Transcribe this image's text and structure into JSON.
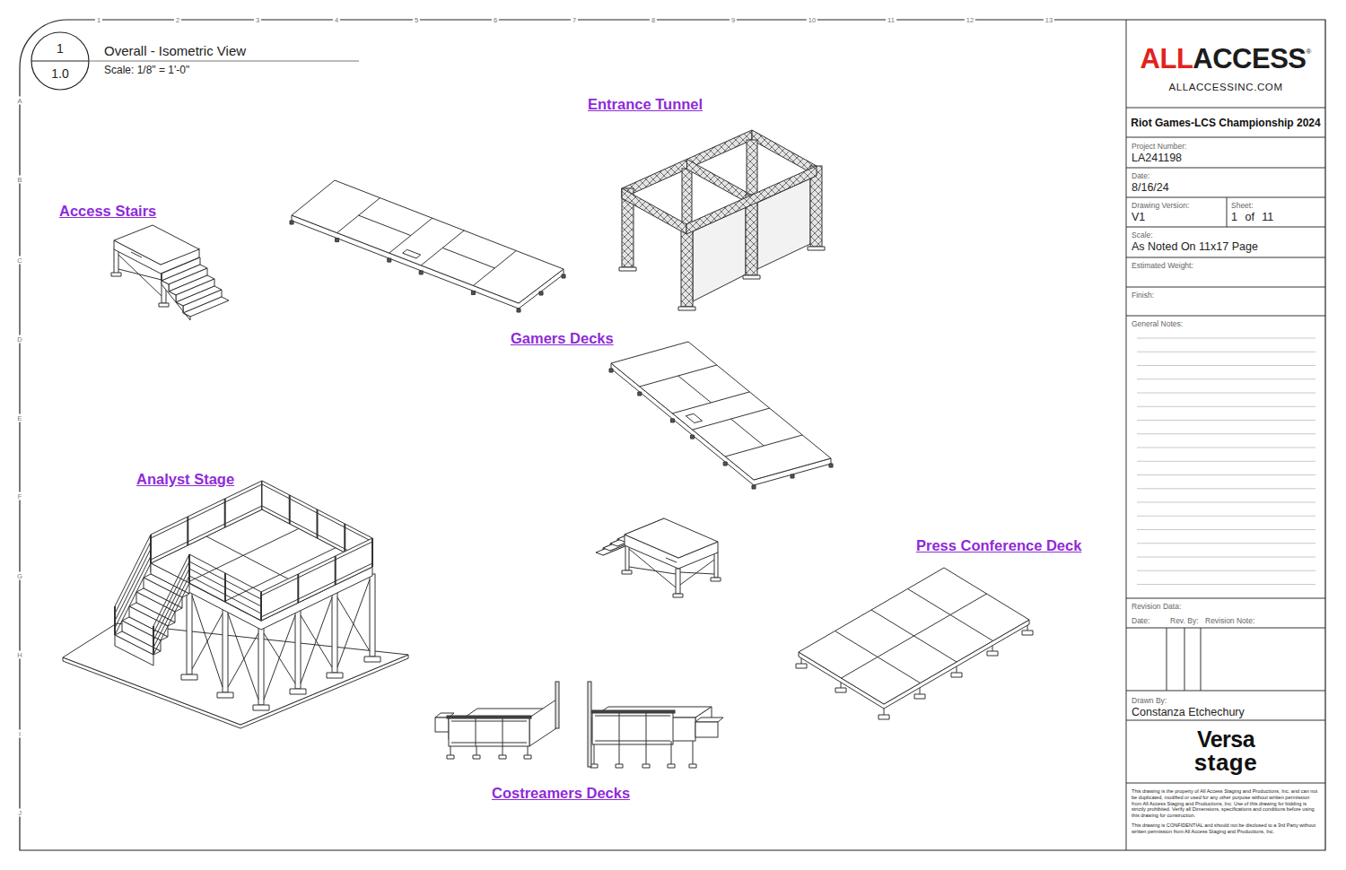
{
  "diagram": {
    "nodes": [
      {
        "text": [
          "1",
          "1.0"
        ]
      },
      {
        "text": [
          "ALL",
          "ACCESS",
          "®",
          "ALLACCESSINC.COM"
        ]
      },
      {
        "text": [
          "Riot Games-LCS Championship 2024"
        ]
      },
      {
        "text": [
          "Project Number:",
          "LA241198"
        ]
      },
      {
        "text": [
          "Date:",
          "8/16/24"
        ]
      },
      {
        "text": [
          "Drawing Version:",
          "V1"
        ]
      },
      {
        "text": [
          "Sheet:",
          "1 of 11"
        ]
      },
      {
        "text": [
          "Scale:",
          "As Noted On 11x17 Page"
        ]
      },
      {
        "text": [
          "Estimated Weight:"
        ]
      },
      {
        "text": [
          "Finish:"
        ]
      },
      {
        "text": [
          "General Notes:"
        ]
      },
      {
        "text": [
          "Revision Data:",
          "Date:",
          "Rev. By:",
          "Revision Note:"
        ]
      },
      {
        "text": [
          "Drawn By:",
          "Constanza Etchechury"
        ]
      },
      {
        "text": [
          "Versa",
          "stage"
        ]
      },
      {
        "text": [
          "This drawing is the property of All Access Staging and Productions, Inc. and can not be duplicated, modified or used for any other purpose without written permission from All Access Staging and Productions, Inc. Use of this drawing for bidding is strictly prohibited. Verify all Dimensions, specifications and conditions before using this drawing for construction.",
          "This drawing is CONFIDENTIAL and should not be disclosed to a 3rd Party without written permission from All Access Staging and Productions, Inc."
        ]
      }
    ],
    "labels": [
      "Overall - Isometric View",
      "Scale: 1/8\" = 1'-0\"",
      "1",
      "2",
      "3",
      "4",
      "5",
      "6",
      "7",
      "8",
      "9",
      "10",
      "11",
      "12",
      "13",
      "A",
      "B",
      "C",
      "D",
      "E",
      "F",
      "G",
      "H",
      "I",
      "J",
      "Entrance Tunnel",
      "Access Stairs",
      "Gamers Decks",
      "Analyst Stage",
      "Press Conference Deck",
      "Costreamers Decks"
    ]
  }
}
